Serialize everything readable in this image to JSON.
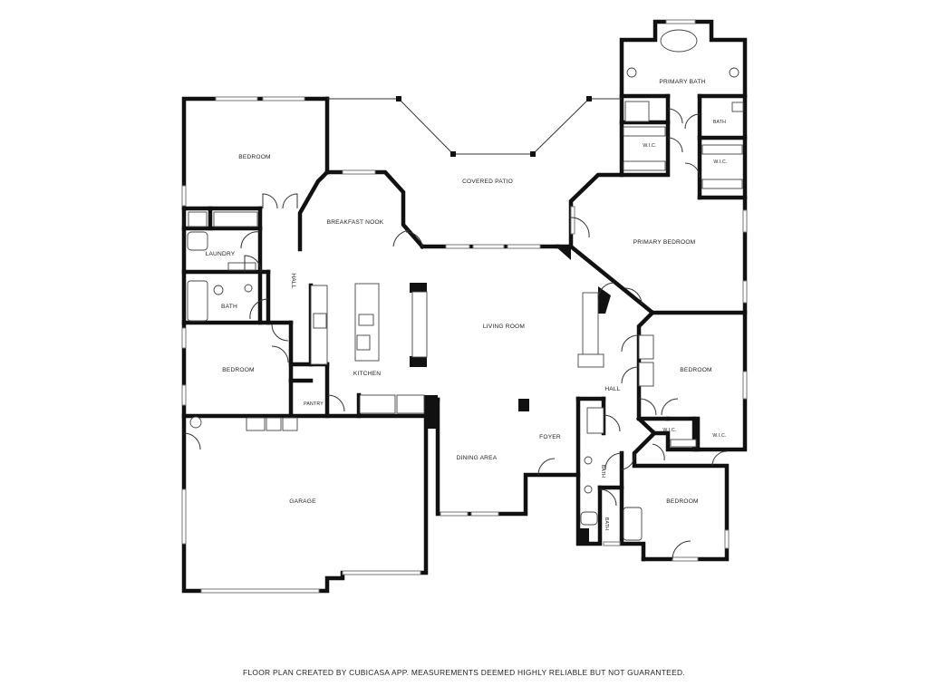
{
  "rooms": {
    "bedroom_nw": "BEDROOM",
    "covered_patio": "COVERED PATIO",
    "primary_bath": "PRIMARY BATH",
    "bath_primary_wc": "BATH",
    "wic_primary_left": "W.I.C.",
    "wic_primary_right": "W.I.C.",
    "breakfast_nook": "BREAKFAST NOOK",
    "primary_bedroom": "PRIMARY BEDROOM",
    "laundry": "LAUNDRY",
    "hall_west": "HALL",
    "bath_west": "BATH",
    "living_room": "LIVING ROOM",
    "bedroom_west": "BEDROOM",
    "kitchen": "KITCHEN",
    "pantry": "PANTRY",
    "bedroom_east": "BEDROOM",
    "hall_east": "HALL",
    "wic_east_1": "W.I.C.",
    "wic_east_2": "W.I.C.",
    "foyer": "FOYER",
    "dining_area": "DINING AREA",
    "garage": "GARAGE",
    "bath_south": "BATH",
    "bath_south_small": "BATH",
    "bedroom_se": "BEDROOM"
  },
  "footer": {
    "disclaimer": "FLOOR PLAN CREATED BY CUBICASA APP. MEASUREMENTS DEEMED HIGHLY RELIABLE BUT NOT GUARANTEED."
  },
  "style": {
    "wall_color": "#111111",
    "background": "#ffffff"
  }
}
